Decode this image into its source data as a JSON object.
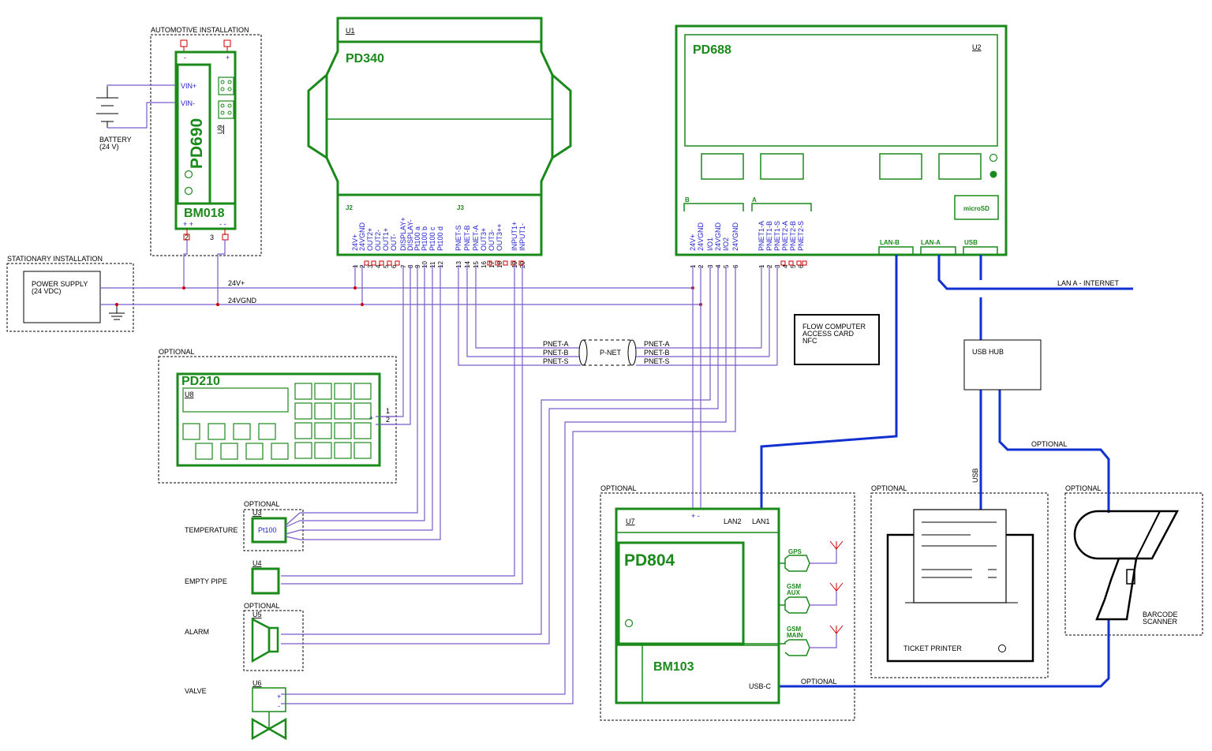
{
  "groups": {
    "automotive": "AUTOMOTIVE INSTALLATION",
    "stationary": "STATIONARY INSTALLATION",
    "optional": "OPTIONAL"
  },
  "battery": {
    "label": "BATTERY",
    "voltage": "(24 V)"
  },
  "power_supply": {
    "label": "POWER SUPPLY",
    "voltage": "(24 VDC)"
  },
  "pd690": {
    "name": "PD690",
    "ref": "U9",
    "base": "BM018",
    "vin_plus": "VIN+",
    "vin_minus": "VIN-",
    "minus": "-",
    "plus": "+",
    "plusplus": "+ +",
    "minusminus": "- -",
    "pin2": "2",
    "pin3": "3"
  },
  "buses": {
    "v24": "24V+",
    "gnd": "24VGND"
  },
  "pd340": {
    "name": "PD340",
    "ref": "U1",
    "j2": "J2",
    "j3": "J3",
    "pins": [
      "24V+",
      "24VGND",
      "OUT2+",
      "OUT2-",
      "OUT1+",
      "OUT-",
      "DISPLAY+",
      "DISPLAY-",
      "Pt100 a",
      "Pt100 b",
      "Pt100 c",
      "Pt100 d",
      "PNET-S",
      "PNET-B",
      "PNET-A",
      "OUT3+",
      "OUT3-",
      "OUT3++",
      "INPUT1+",
      "INPUT1-"
    ],
    "nums": [
      "1",
      "2",
      "3",
      "4",
      "5",
      "6",
      "7",
      "8",
      "9",
      "10",
      "11",
      "12",
      "13",
      "14",
      "15",
      "16",
      "17",
      "18",
      "19",
      "20"
    ]
  },
  "pd688": {
    "name": "PD688",
    "ref": "U2",
    "grp_b": "B",
    "grp_a": "A",
    "pins_b": [
      "24V+",
      "24VGND",
      "I/O1",
      "24VGND",
      "I/O2",
      "24VGND"
    ],
    "pins_a": [
      "PNET1-A",
      "PNET1-B",
      "PNET1-S",
      "PNET2-A",
      "PNET2-B",
      "PNET2-S"
    ],
    "nums": [
      "1",
      "2",
      "3",
      "4",
      "5",
      "6"
    ],
    "microsd": "microSD",
    "lanb": "LAN-B",
    "lana": "LAN-A",
    "usb": "USB"
  },
  "lan_internet": "LAN A - INTERNET",
  "pnet": {
    "label": "P-NET",
    "a": "PNET-A",
    "b": "PNET-B",
    "s": "PNET-S"
  },
  "nfc": {
    "line1": "FLOW COMPUTER",
    "line2": "ACCESS CARD",
    "line3": "NFC"
  },
  "usb_hub": "USB HUB",
  "usb_label": "USB",
  "pd210": {
    "name": "PD210",
    "ref": "U8",
    "pin1": "1",
    "pin2": "2",
    "plus": "+"
  },
  "sensors": {
    "temperature": "TEMPERATURE",
    "pt100": "Pt100",
    "u3": "U3",
    "empty_pipe": "EMPTY PIPE",
    "u4": "U4",
    "alarm": "ALARM",
    "u5": "U5",
    "valve": "VALVE",
    "u6": "U6",
    "plus": "+",
    "minus": "-"
  },
  "pd804": {
    "name": "PD804",
    "ref": "U7",
    "base": "BM103",
    "lan2": "LAN2",
    "lan1": "LAN1",
    "usbc": "USB-C",
    "gps": "GPS",
    "gsm_aux1": "GSM",
    "gsm_aux2": "AUX",
    "gsm_main1": "GSM",
    "gsm_main2": "MAIN",
    "pm": "+ -"
  },
  "printer": "TICKET PRINTER",
  "scanner": {
    "line1": "BARCODE",
    "line2": "SCANNER"
  },
  "colors": {
    "green": "#1a8a1a",
    "wire": "#7b5bc8",
    "cable": "#1030d0",
    "blue_text": "#2222cc",
    "red": "#cc0000"
  }
}
